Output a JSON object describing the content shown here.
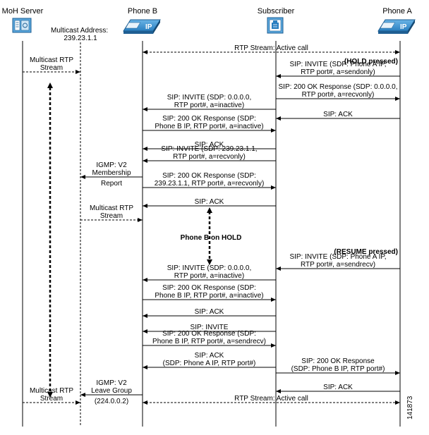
{
  "participants": [
    {
      "id": "moh",
      "label": "MoH Server",
      "icon": "server-icon"
    },
    {
      "id": "phoneB",
      "label": "Phone B",
      "icon": "ip-phone-icon"
    },
    {
      "id": "subscriber",
      "label": "Subscriber",
      "icon": "call-manager-icon"
    },
    {
      "id": "phoneA",
      "label": "Phone A",
      "icon": "ip-phone-icon"
    }
  ],
  "multicast_address": {
    "lines": [
      "Multicast Address:",
      "239.23.1.1"
    ]
  },
  "phone_icon_text": "IP",
  "notes": [
    {
      "id": "hold-pressed",
      "lines": [
        "(HOLD pressed)"
      ],
      "bold": true
    },
    {
      "id": "phone-b-on-hold",
      "lines": [
        "Phone B on HOLD"
      ],
      "bold": true
    },
    {
      "id": "resume-pressed",
      "lines": [
        "(RESUME pressed)"
      ],
      "bold": true
    }
  ],
  "messages": [
    {
      "from": "phoneB",
      "to": "phoneA",
      "dashed": true,
      "bidir": true,
      "lines": [
        "RTP Stream: Active call"
      ]
    },
    {
      "from": "moh",
      "to": "multicast",
      "dashed": true,
      "lines": [
        "Multicast RTP",
        "Stream"
      ]
    },
    {
      "from": "phoneA",
      "to": "subscriber",
      "lines": [
        "SIP: INVITE (SDP: Phone A IP,",
        "RTP port#, a=sendonly)"
      ]
    },
    {
      "from": "subscriber",
      "to": "phoneA",
      "lines": [
        "SIP: 200 OK Response (SDP: 0.0.0.0,",
        "RTP port#, a=recvonly)"
      ]
    },
    {
      "from": "subscriber",
      "to": "phoneB",
      "lines": [
        "SIP: INVITE (SDP: 0.0.0.0,",
        "RTP port#, a=inactive)"
      ]
    },
    {
      "from": "phoneA",
      "to": "subscriber",
      "lines": [
        "SIP: ACK"
      ]
    },
    {
      "from": "phoneB",
      "to": "subscriber",
      "lines": [
        "SIP: 200 OK Response (SDP:",
        "Phone B IP, RTP port#, a=inactive)"
      ]
    },
    {
      "from": "subscriber",
      "to": "phoneB",
      "lines": [
        "SIP: ACK"
      ]
    },
    {
      "from": "subscriber",
      "to": "phoneB",
      "lines": [
        "SIP: INVITE (SDP: 239.23.1.1,",
        "RTP port#, a=recvonly)"
      ]
    },
    {
      "from": "phoneB",
      "to": "multicast",
      "lines": [
        "IGMP: V2",
        "Membership",
        "Report"
      ]
    },
    {
      "from": "phoneB",
      "to": "subscriber",
      "lines": [
        "SIP: 200 OK Response (SDP:",
        "239.23.1.1, RTP port#, a=recvonly)"
      ]
    },
    {
      "from": "subscriber",
      "to": "phoneB",
      "lines": [
        "SIP: ACK"
      ]
    },
    {
      "from": "multicast",
      "to": "phoneB",
      "dashed": true,
      "lines": [
        "Multicast RTP",
        "Stream"
      ]
    },
    {
      "from": "phoneA",
      "to": "subscriber",
      "lines": [
        "SIP: INVITE (SDP: Phone A IP,",
        "RTP port#, a=sendrecv)"
      ]
    },
    {
      "from": "subscriber",
      "to": "phoneB",
      "lines": [
        "SIP: INVITE (SDP: 0.0.0.0,",
        "RTP port#, a=inactive)"
      ]
    },
    {
      "from": "phoneB",
      "to": "subscriber",
      "lines": [
        "SIP: 200 OK Response (SDP:",
        "Phone B IP, RTP port#, a=inactive)"
      ]
    },
    {
      "from": "subscriber",
      "to": "phoneB",
      "lines": [
        "SIP: ACK"
      ]
    },
    {
      "from": "subscriber",
      "to": "phoneB",
      "lines": [
        "SIP: INVITE"
      ]
    },
    {
      "from": "phoneB",
      "to": "subscriber",
      "lines": [
        "SIP: 200 OK Response (SDP:",
        "Phone B IP, RTP port#, a=sendrecv)"
      ]
    },
    {
      "from": "subscriber",
      "to": "phoneB",
      "lines": [
        "SIP: ACK",
        "(SDP: Phone A IP, RTP port#)"
      ]
    },
    {
      "from": "subscriber",
      "to": "phoneA",
      "lines": [
        "SIP: 200 OK Response",
        "(SDP: Phone B IP, RTP port#)"
      ]
    },
    {
      "from": "phoneA",
      "to": "subscriber",
      "lines": [
        "SIP: ACK"
      ]
    },
    {
      "from": "phoneB",
      "to": "multicast",
      "lines": [
        "IGMP: V2",
        "Leave Group",
        "(224.0.0.2)"
      ]
    },
    {
      "from": "moh",
      "to": "multicast",
      "dashed": true,
      "lines": [
        "Multicast RTP",
        "Stream"
      ]
    },
    {
      "from": "phoneB",
      "to": "phoneA",
      "dashed": true,
      "bidir": true,
      "lines": [
        "RTP Stream: Active call"
      ]
    }
  ],
  "figure_id": "141873"
}
